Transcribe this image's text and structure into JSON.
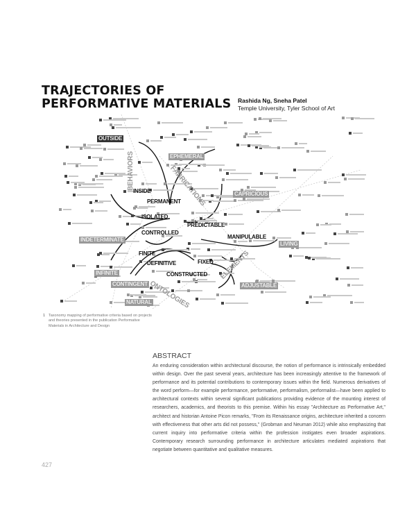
{
  "title_lines": [
    "TRAJECTORIES OF",
    "PERFORMATIVE MATERIALS"
  ],
  "authors": "Rashida Ng, Sneha Patel",
  "affiliation": "Temple University, Tyler School of Art",
  "figure": {
    "keywords": {
      "outside": "OUTSIDE",
      "behaviors": "BEHAVIORS",
      "inside": "INSIDE",
      "permanent": "PERMANENT",
      "isolated": "ISOLATED",
      "ephemeral": "EPHEMERAL",
      "fabrications": "FABRICATIONS",
      "controlled": "CONTROLLED",
      "indeterminate": "INDETERMINATE",
      "finite": "FINITE",
      "definitive": "DEFINITIVE",
      "constructed": "CONSTRUCTED",
      "ontologies": "ONTOLOGIES",
      "natural": "NATURAL",
      "infinite": "INFINITE",
      "contingent": "CONTINGENT",
      "predictable": "PREDICTABLE",
      "fixed": "FIXED",
      "capricious": "CAPRICIOUS",
      "manipulable": "MANIPULABLE",
      "living": "LIVING",
      "elements": "ELEMENTS",
      "adjustable": "ADJUSTABLE"
    },
    "caption_number": "1",
    "caption": "Taxonomy mapping of performative criteria based on projects and theories presented in the publication Performative Materials in Architecture and Design"
  },
  "abstract": {
    "heading": "ABSTRACT",
    "body": "An enduring consideration within architectural discourse, the notion of performance is intrinsically embedded within design. Over the past several years, architecture has been increasingly attentive to the framework of performance and its potential contributions to contemporary issues within the field. Numerous derivatives of the word perform—for example performance, performative, performalism, performalist—have been applied to architectural contexts within several significant publications providing evidence of the mounting interest of researchers, academics, and theorists to this premise. Within his essay \"Architecture as Performative Art,\" architect and historian Antoine Picon remarks, \"From its Renaissance origins, architecture inherited a concern with effectiveness that other arts did not possess,\" (Grobman and Neuman 2012) while also emphasizing that current inquiry into performative criteria within the profession instigates even broader aspirations. Contemporary research surrounding performance in architecture articulates mediated aspirations that negotiate between quantitative and qualitative measures."
  },
  "page_number": "427"
}
